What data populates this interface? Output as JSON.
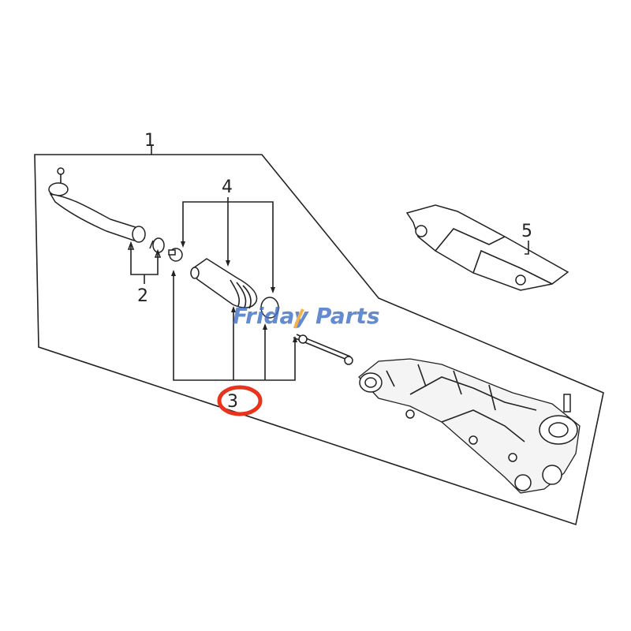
{
  "callouts": {
    "one": "1",
    "two": "2",
    "three": "3",
    "four": "4",
    "five": "5"
  },
  "watermark": {
    "word1": "Friday",
    "word2": "Parts"
  },
  "colors": {
    "highlight": "#e8341c",
    "watermark_blue": "#3e6fc4",
    "watermark_orange": "#f0a020",
    "line": "#222222"
  },
  "icons": [
    "tie-rod-end-icon",
    "clamp-icon",
    "boot-icon",
    "inner-tie-rod-icon",
    "steering-gear-icon",
    "bracket-icon"
  ]
}
